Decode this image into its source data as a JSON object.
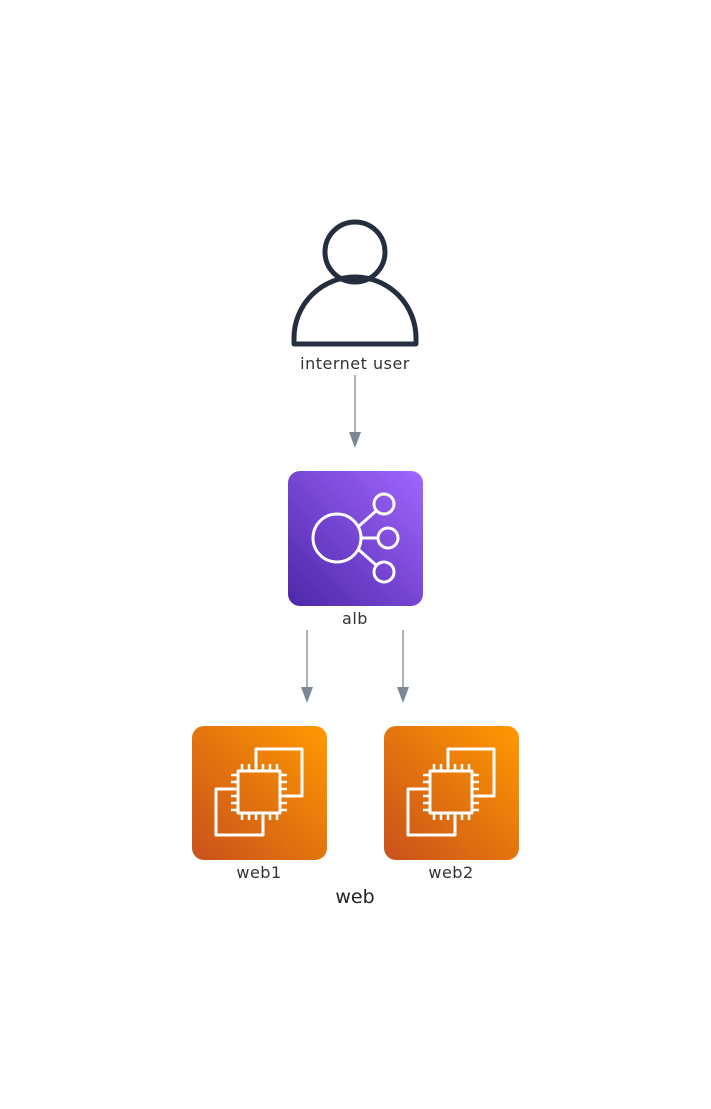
{
  "nodes": {
    "user": {
      "label": "internet user",
      "icon": "user-icon"
    },
    "alb": {
      "label": "alb",
      "icon": "load-balancer-icon"
    },
    "web1": {
      "label": "web1",
      "icon": "ec2-instance-icon"
    },
    "web2": {
      "label": "web2",
      "icon": "ec2-instance-icon"
    }
  },
  "group": {
    "label": "web"
  },
  "edges": [
    {
      "from": "internet user",
      "to": "alb"
    },
    {
      "from": "alb",
      "to": "web1"
    },
    {
      "from": "alb",
      "to": "web2"
    }
  ],
  "colors": {
    "user_stroke": "#232f3e",
    "alb_gradient_start": "#4d27a8",
    "alb_gradient_end": "#a166ff",
    "ec2_gradient_start": "#c8511b",
    "ec2_gradient_end": "#ff9900",
    "edge": "#7b8894"
  }
}
